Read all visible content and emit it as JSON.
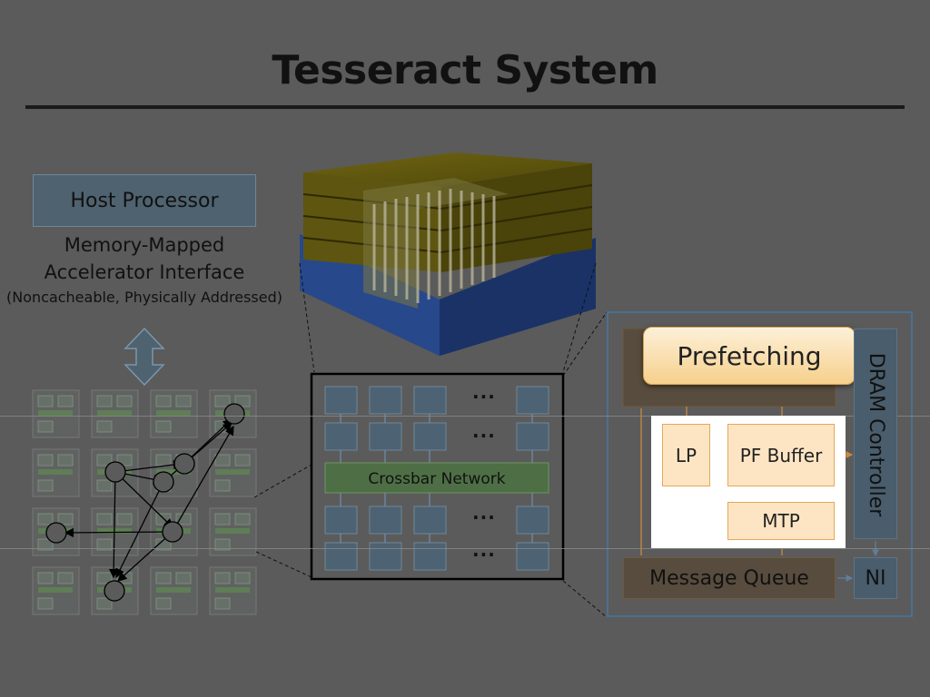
{
  "title": "Tesseract System",
  "host": {
    "label": "Host Processor",
    "interface_line1": "Memory-Mapped",
    "interface_line2": "Accelerator Interface",
    "interface_line3": "(Noncacheable, Physically Addressed)"
  },
  "crossbar": {
    "label": "Crossbar Network",
    "ellipsis": "..."
  },
  "vault": {
    "prefetching": "Prefetching",
    "lp": "LP",
    "pf_buffer": "PF Buffer",
    "mtp": "MTP",
    "dram_controller": "DRAM Controller",
    "message_queue": "Message Queue",
    "ni": "NI"
  },
  "colors": {
    "background": "#5b5b5b",
    "accent_orange": "#f6d08c",
    "steel_blue": "#4f6270",
    "crossbar_green": "#4e6f45"
  }
}
